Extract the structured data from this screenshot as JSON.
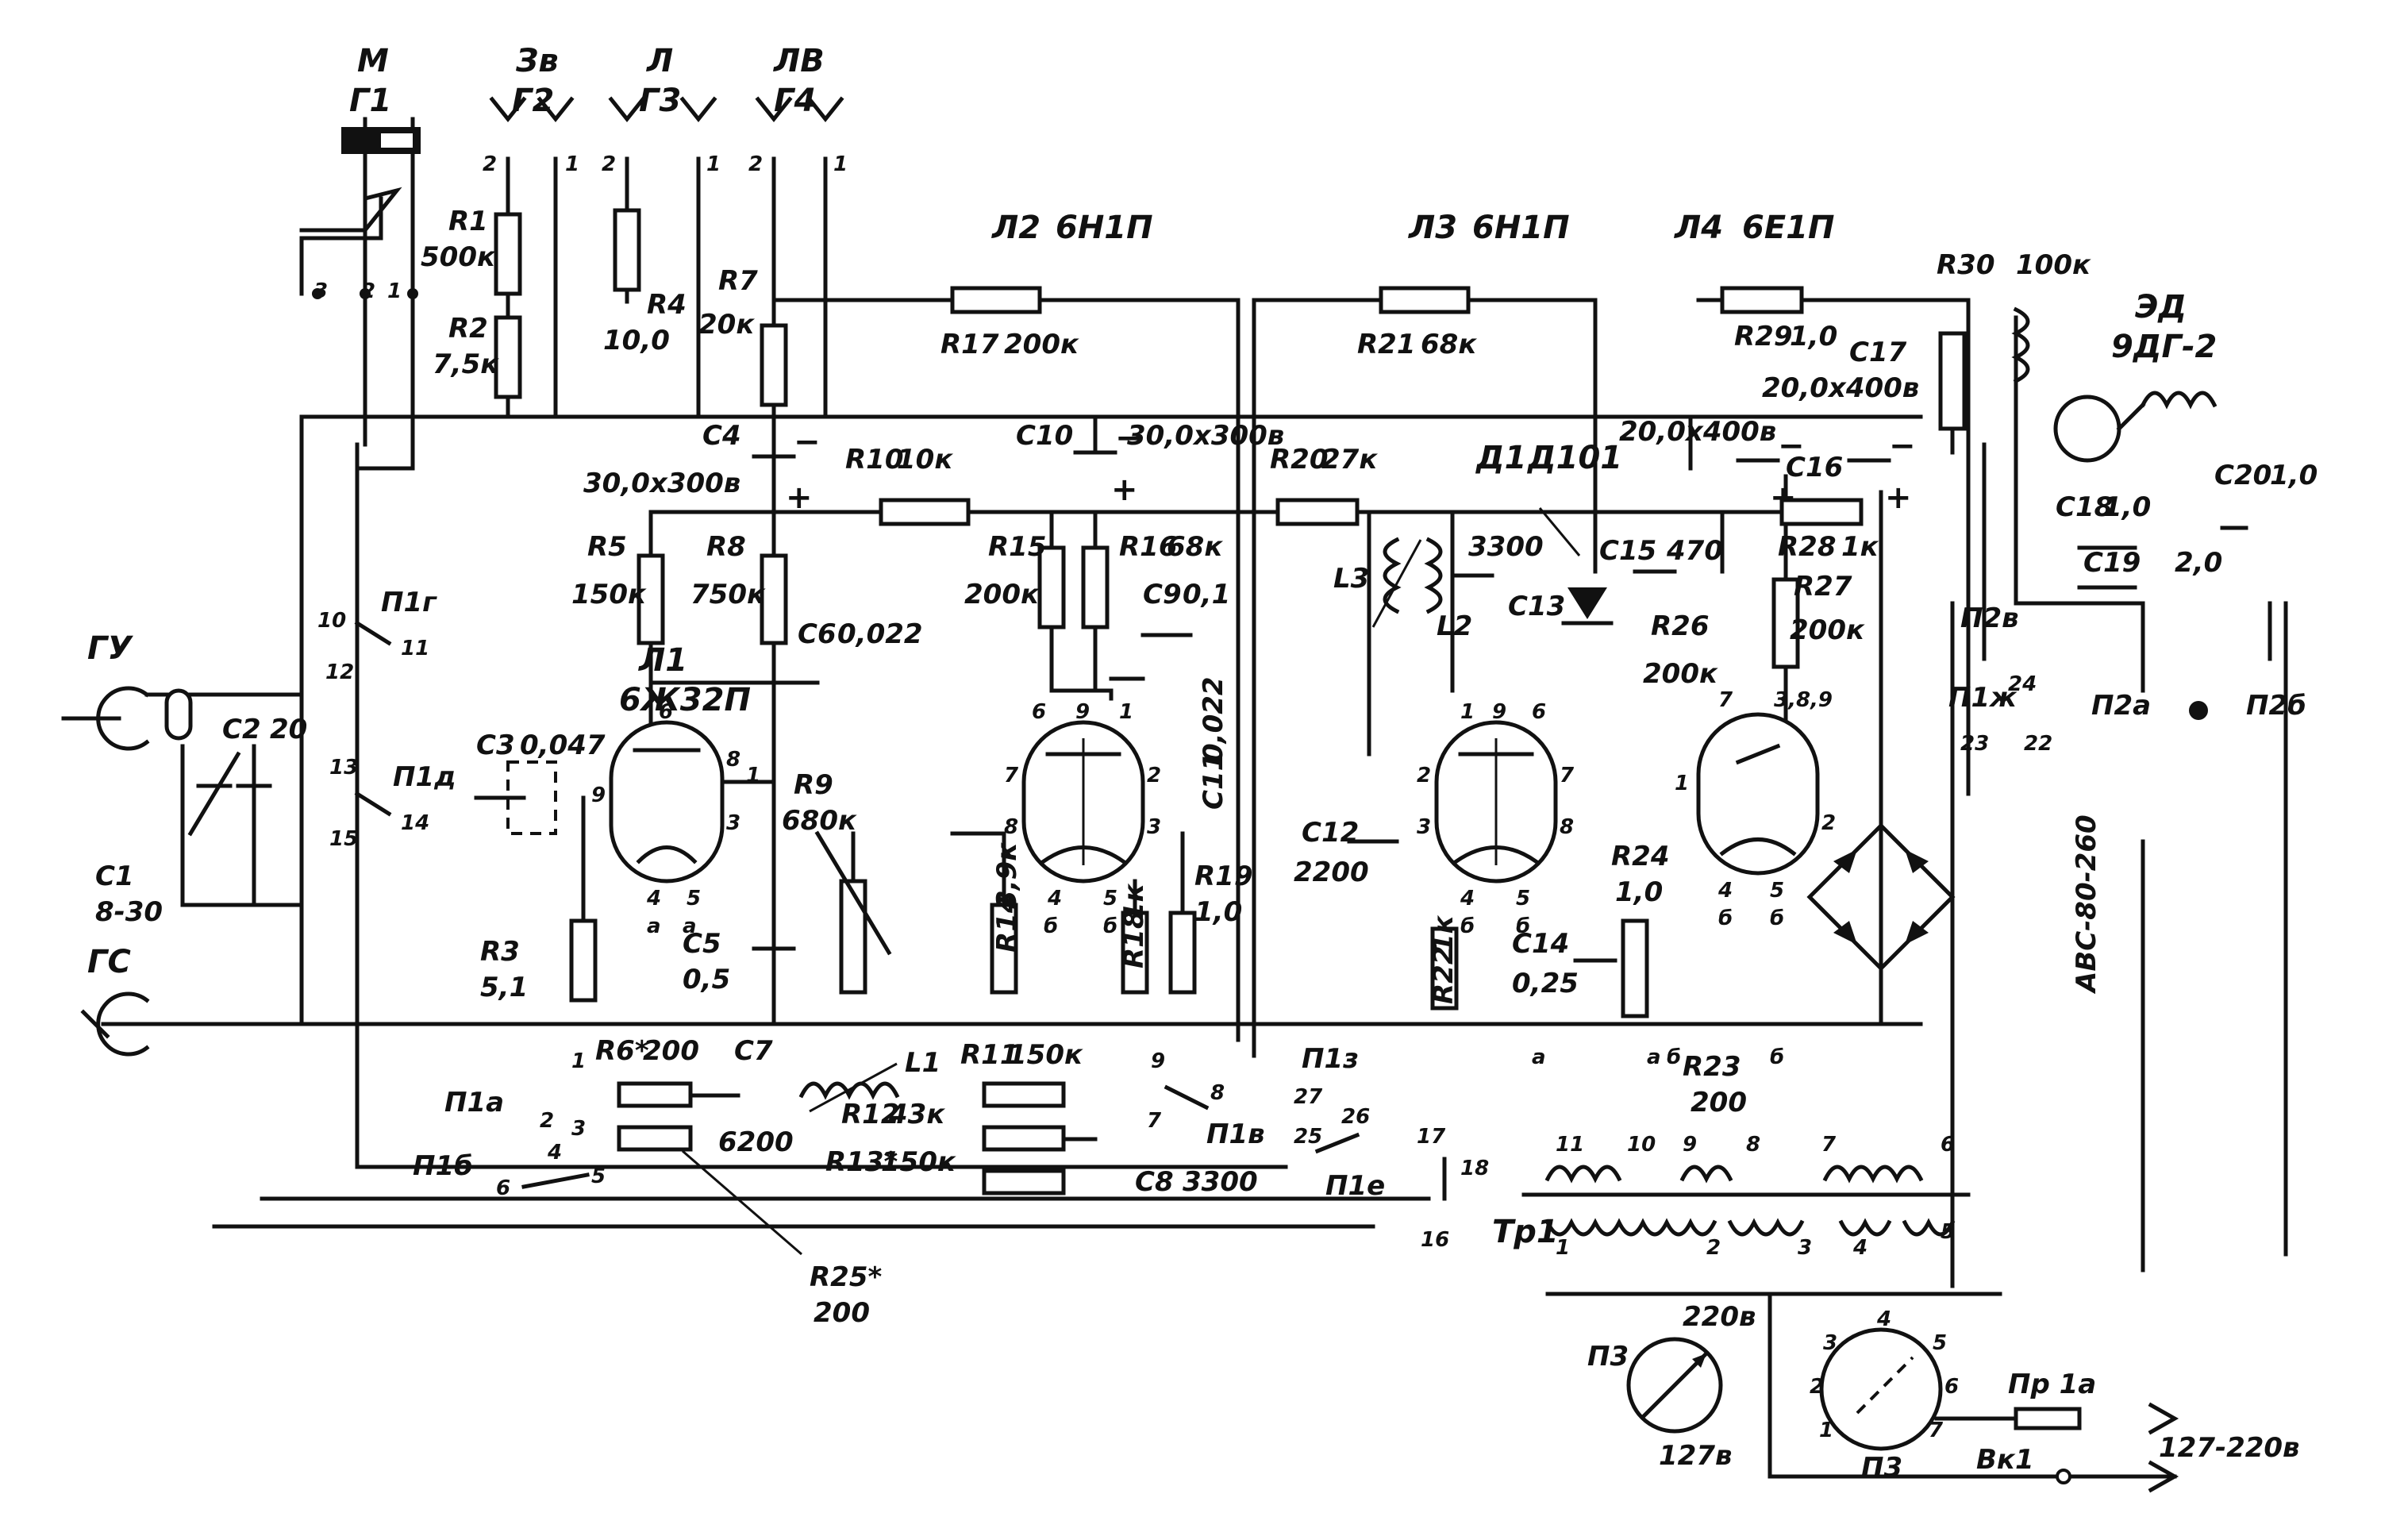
{
  "connectors": {
    "mic": {
      "mode": "М",
      "ref": "Г1",
      "pins": [
        "3",
        "2",
        "1"
      ]
    },
    "pickup": {
      "mode": "Зв",
      "ref": "Г2",
      "pins": [
        "2",
        "1"
      ]
    },
    "line": {
      "mode": "Л",
      "ref": "Г3",
      "pins": [
        "2",
        "1"
      ]
    },
    "line_out": {
      "mode": "ЛВ",
      "ref": "Г4",
      "pins": [
        "2",
        "1"
      ]
    },
    "head_record": {
      "ref": "ГУ"
    },
    "head_erase": {
      "ref": "ГС"
    }
  },
  "tubes": {
    "l1": {
      "ref": "Л1",
      "type": "6Ж32П",
      "pins": [
        "6",
        "8",
        "9",
        "1",
        "3",
        "4",
        "5",
        "а",
        "а"
      ]
    },
    "l2": {
      "ref": "Л2",
      "type": "6Н1П",
      "pins": [
        "6",
        "9",
        "1",
        "7",
        "2",
        "8",
        "3",
        "4",
        "5",
        "б",
        "б"
      ]
    },
    "l3": {
      "ref": "Л3",
      "type": "6Н1П",
      "pins": [
        "1",
        "9",
        "6",
        "2",
        "7",
        "3",
        "8",
        "4",
        "5",
        "б",
        "б"
      ]
    },
    "l4": {
      "ref": "Л4",
      "type": "6Е1П",
      "pins": [
        "7",
        "3,8,9",
        "1",
        "2",
        "4",
        "5",
        "б",
        "б"
      ]
    }
  },
  "resistors": [
    {
      "ref": "R1",
      "value": "500к"
    },
    {
      "ref": "R2",
      "value": "7,5к"
    },
    {
      "ref": "R3",
      "value": "5,1"
    },
    {
      "ref": "R4",
      "value": "10,0"
    },
    {
      "ref": "R5",
      "value": "150к"
    },
    {
      "ref": "R6*",
      "value": "200"
    },
    {
      "ref": "R7",
      "value": "20к"
    },
    {
      "ref": "R8",
      "value": "750к"
    },
    {
      "ref": "R9",
      "value": "680к"
    },
    {
      "ref": "R10",
      "value": "10к"
    },
    {
      "ref": "R11",
      "value": "150к"
    },
    {
      "ref": "R12",
      "value": "43к"
    },
    {
      "ref": "R13*",
      "value": "150к"
    },
    {
      "ref": "R14",
      "value": "3,9к"
    },
    {
      "ref": "R15",
      "value": "200к"
    },
    {
      "ref": "R16",
      "value": "68к"
    },
    {
      "ref": "R17",
      "value": "200к"
    },
    {
      "ref": "R18",
      "value": "1к"
    },
    {
      "ref": "R19",
      "value": "1,0"
    },
    {
      "ref": "R20",
      "value": "27к"
    },
    {
      "ref": "R21",
      "value": "68к"
    },
    {
      "ref": "R22",
      "value": "1к"
    },
    {
      "ref": "R23",
      "value": "200"
    },
    {
      "ref": "R24",
      "value": "1,0"
    },
    {
      "ref": "R25*",
      "value": "200"
    },
    {
      "ref": "R26",
      "value": "200к"
    },
    {
      "ref": "R27",
      "value": "200к"
    },
    {
      "ref": "R28",
      "value": "1к"
    },
    {
      "ref": "R29",
      "value": "1,0"
    },
    {
      "ref": "R30",
      "value": "100к"
    }
  ],
  "capacitors": [
    {
      "ref": "C1",
      "value": "8-30"
    },
    {
      "ref": "C2",
      "value": "20"
    },
    {
      "ref": "C3",
      "value": "0,047"
    },
    {
      "ref": "C4",
      "value": "30,0х300в"
    },
    {
      "ref": "C5",
      "value": "0,5"
    },
    {
      "ref": "C6",
      "value": "0,022"
    },
    {
      "ref": "C7",
      "value": "6200"
    },
    {
      "ref": "C8",
      "value": "3300"
    },
    {
      "ref": "C9",
      "value": "0,1"
    },
    {
      "ref": "C10",
      "value": "30,0х300в"
    },
    {
      "ref": "C11",
      "value": "0,022"
    },
    {
      "ref": "C12",
      "value": "2200"
    },
    {
      "ref": "C13",
      "value": "3300"
    },
    {
      "ref": "C14",
      "value": "0,25"
    },
    {
      "ref": "C15",
      "value": "470"
    },
    {
      "ref": "C16",
      "value": "20,0х400в"
    },
    {
      "ref": "C17",
      "value": "20,0х400в"
    },
    {
      "ref": "C18",
      "value": "1,0"
    },
    {
      "ref": "C19",
      "value": "2,0"
    },
    {
      "ref": "C20",
      "value": "1,0"
    }
  ],
  "inductors": [
    {
      "ref": "L1"
    },
    {
      "ref": "L2"
    },
    {
      "ref": "L3"
    }
  ],
  "diode": {
    "ref": "Д1",
    "type": "Д101"
  },
  "speaker": {
    "ref": "ЭД",
    "type": "9ДГ-2"
  },
  "motor": {
    "type": "АВС-80-260"
  },
  "transformer": {
    "ref": "Тр1",
    "pins": [
      "1",
      "2",
      "3",
      "4",
      "5",
      "6",
      "7",
      "8",
      "9",
      "10",
      "11",
      "а",
      "б",
      "б",
      "а"
    ]
  },
  "switches": {
    "p1a": "П1а",
    "p1b": "П1б",
    "p1v": "П1в",
    "p1g": "П1г",
    "p1d": "П1д",
    "p1e": "П1е",
    "p1zh": "П1ж",
    "p1z": "П1з",
    "p2a": "П2а",
    "p2b": "П2б",
    "p2v": "П2в",
    "contacts": [
      "1",
      "2",
      "3",
      "4",
      "5",
      "6",
      "7",
      "8",
      "9",
      "10",
      "11",
      "12",
      "13",
      "14",
      "15",
      "16",
      "17",
      "18",
      "22",
      "23",
      "24",
      "25",
      "26",
      "27"
    ]
  },
  "mains": {
    "selector": "П3",
    "v220": "220в",
    "v127": "127в",
    "input": "127-220в",
    "fuse": "Пр 1а",
    "power_switch": "Вк1",
    "selector_pins": [
      "1",
      "2",
      "3",
      "4",
      "5",
      "6",
      "7"
    ]
  },
  "polarity": {
    "plus": "+",
    "minus": "−"
  }
}
